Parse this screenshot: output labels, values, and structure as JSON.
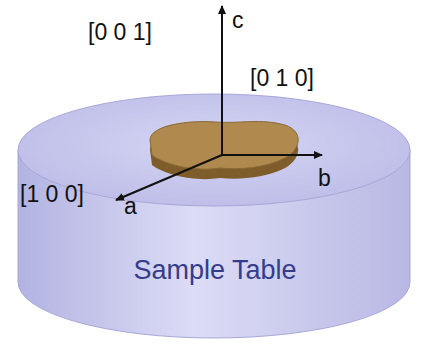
{
  "diagram": {
    "nodes": [
      {
        "text": [
          "Sample Table"
        ]
      }
    ],
    "labels": [
      "[0 0 1]",
      "c",
      "[0 1 0]",
      "b",
      "[1 0 0]",
      "a"
    ]
  }
}
